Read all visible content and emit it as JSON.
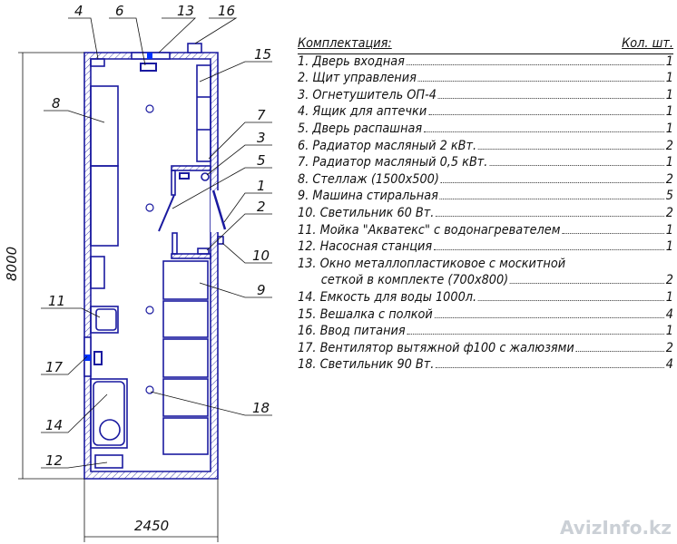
{
  "drawing": {
    "dim_length": "8000",
    "dim_width": "2450",
    "callouts": [
      "1",
      "2",
      "3",
      "4",
      "5",
      "6",
      "7",
      "8",
      "9",
      "10",
      "11",
      "12",
      "13",
      "14",
      "15",
      "16",
      "17",
      "18"
    ],
    "line_color": "#1a1aa0",
    "accent": "#0033ff"
  },
  "spec": {
    "header": "Комплектация:",
    "qty_header": "Кол. шт.",
    "items": [
      {
        "name": "1. Дверь входная",
        "qty": "1"
      },
      {
        "name": "2. Щит управления",
        "qty": "1"
      },
      {
        "name": "3. Огнетушитель ОП-4",
        "qty": "1"
      },
      {
        "name": "4. Ящик для аптечки",
        "qty": "1"
      },
      {
        "name": "5. Дверь распашная",
        "qty": "1"
      },
      {
        "name": "6. Радиатор масляный 2 кВт.",
        "qty": "2"
      },
      {
        "name": "7. Радиатор масляный 0,5 кВт.",
        "qty": "1"
      },
      {
        "name": "8. Стеллаж (1500х500)",
        "qty": "2"
      },
      {
        "name": "9. Машина стиральная",
        "qty": "5"
      },
      {
        "name": "10. Светильник 60 Вт.",
        "qty": "2"
      },
      {
        "name": "11. Мойка \"Акватекс\" с водонагревателем",
        "qty": "1"
      },
      {
        "name": "12. Насосная станция",
        "qty": "1"
      },
      {
        "name": "13. Окно металлопластиковое с москитной",
        "name2": "сеткой в комплекте (700х800)",
        "qty": "2"
      },
      {
        "name": "14. Емкость для воды 1000л.",
        "qty": "1"
      },
      {
        "name": "15. Вешалка с полкой",
        "qty": "4"
      },
      {
        "name": "16. Ввод питания",
        "qty": "1"
      },
      {
        "name": "17. Вентилятор вытяжной ф100 с жалюзями",
        "qty": "2"
      },
      {
        "name": "18. Светильник 90 Вт.",
        "qty": "4"
      }
    ]
  },
  "watermark": "AvizInfo.kz"
}
